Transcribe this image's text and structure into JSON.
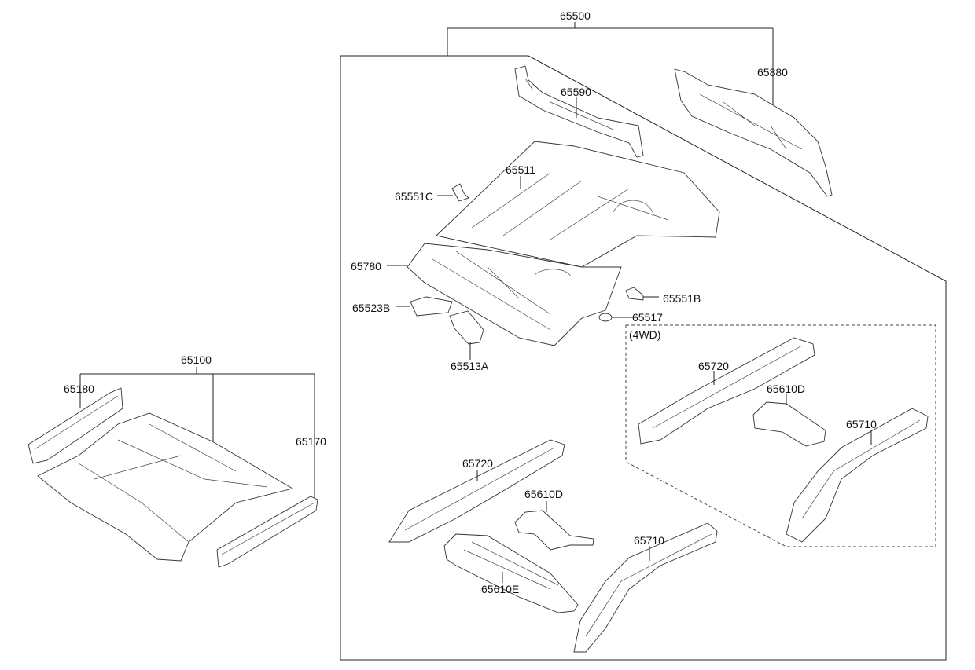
{
  "diagram": {
    "type": "exploded-parts-diagram",
    "groups": {
      "front_floor": {
        "assembly": "65100",
        "parts": [
          "65180",
          "65170"
        ]
      },
      "rear_floor": {
        "assembly": "65500",
        "parts": [
          "65590",
          "65880",
          "65511",
          "65551C",
          "65780",
          "65523B",
          "65513A",
          "65551B",
          "65517",
          "65720",
          "65610D",
          "65610E",
          "65710"
        ]
      },
      "four_wd_variant": {
        "note": "(4WD)",
        "parts": [
          "65720",
          "65610D",
          "65710"
        ]
      }
    }
  },
  "labels": {
    "p65500": "65500",
    "p65880": "65880",
    "p65590": "65590",
    "p65511": "65511",
    "p65551C": "65551C",
    "p65780": "65780",
    "p65523B": "65523B",
    "p65513A": "65513A",
    "p65551B": "65551B",
    "p65517": "65517",
    "note4wd": "(4WD)",
    "p65720_4wd": "65720",
    "p65610D_4wd": "65610D",
    "p65710_4wd": "65710",
    "p65720": "65720",
    "p65610D": "65610D",
    "p65610E": "65610E",
    "p65710": "65710",
    "p65100": "65100",
    "p65180": "65180",
    "p65170": "65170"
  }
}
